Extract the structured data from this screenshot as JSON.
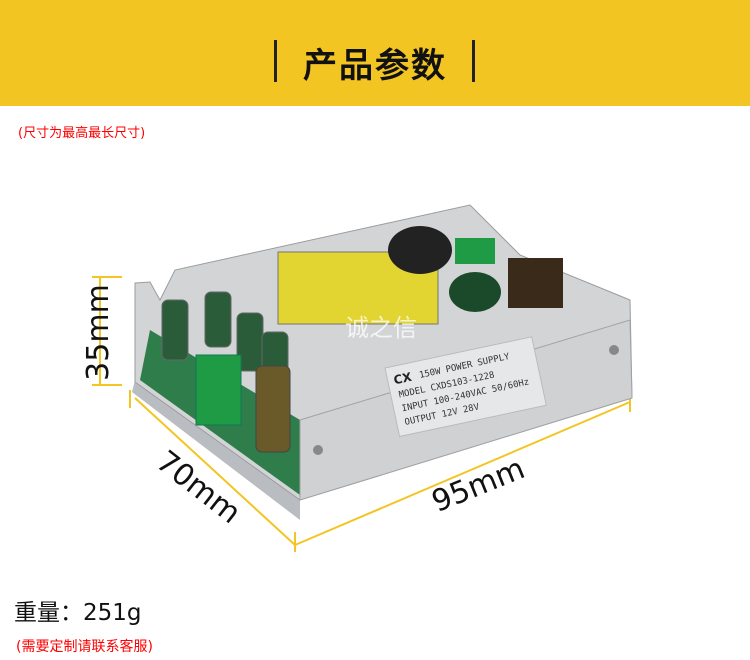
{
  "header": {
    "title": "产品参数",
    "background_color": "#f3c523"
  },
  "note": "(尺寸为最高最长尺寸)",
  "dimensions": {
    "height": "35mm",
    "depth": "70mm",
    "width": "95mm",
    "line_color": "#f3c523"
  },
  "product_label": {
    "brand": "CX",
    "line1": "150W POWER SUPPLY",
    "line2": "MODEL CXDS103-1228",
    "line3": "INPUT 100-240VAC 50/60Hz",
    "line4": "OUTPUT 12V 28V"
  },
  "watermark": "诚之信",
  "weight": "重量：251g",
  "custom_note": "(需要定制请联系客服)"
}
